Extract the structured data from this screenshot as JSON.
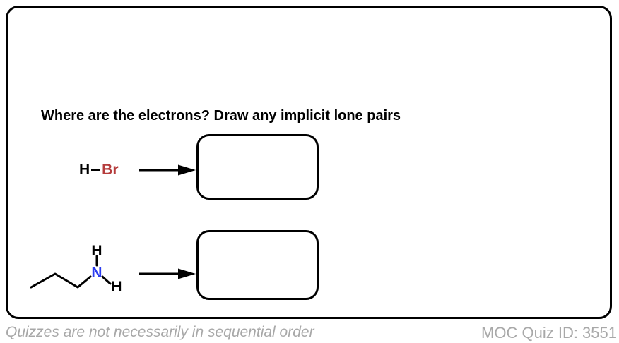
{
  "colors": {
    "bromine": "#b53c3c",
    "nitrogen": "#2b3cf0",
    "ink": "#000000",
    "muted": "#a8a8a8"
  },
  "header": {
    "title": "Where are the electrons? Draw any implicit lone pairs"
  },
  "problems": [
    {
      "name": "hydrogen bromide",
      "atom_h": "H",
      "atom_br": "Br"
    },
    {
      "name": "propylamine",
      "atom_n": "N",
      "atom_h_top": "H",
      "atom_h_right": "H"
    }
  ],
  "footer": {
    "note": "Quizzes are not necessarily in sequential order",
    "quiz_id_label": "MOC Quiz ID: 3551"
  }
}
